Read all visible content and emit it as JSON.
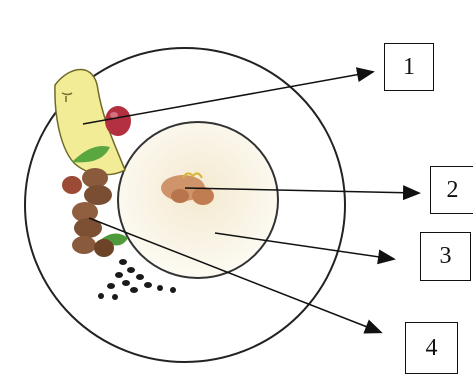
{
  "diagram": {
    "labels": [
      {
        "id": "1",
        "text": "1"
      },
      {
        "id": "2",
        "text": "2"
      },
      {
        "id": "3",
        "text": "3"
      },
      {
        "id": "4",
        "text": "4"
      }
    ],
    "colors": {
      "outline": "#222222",
      "yolk_white": "#f8f3e4",
      "yolk_shade": "#efe4c8",
      "embryo": "#c98a5a",
      "banana": "#f3ec96",
      "cherry": "#b23040",
      "leaf": "#4f9a3a",
      "rocks": "#8a5a3c",
      "seeds": "#1a1a1a"
    }
  }
}
